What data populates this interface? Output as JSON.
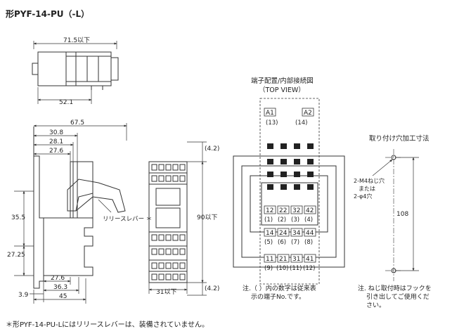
{
  "title": "形PYF-14-PU（-L）",
  "dims": {
    "top_width": "71.5以下",
    "top_bottom": "52.1",
    "side_total": "67.5",
    "d_30_8": "30.8",
    "d_28_1": "28.1",
    "d_27_6_top": "27.6",
    "d_35_5": "35.5",
    "d_27_25": "27.25",
    "d_27_6_bottom": "27.6",
    "d_36_3": "36.3",
    "d_3_9": "3.9",
    "d_45": "45",
    "front_top": "(4.2)",
    "front_height": "90以下",
    "front_bottom": "(4.2)",
    "front_width": "31以下",
    "mount_height": "108"
  },
  "labels": {
    "release_lever": "リリースレバー ＊",
    "terminal_title": "端子配置/内部接続図",
    "terminal_sub": "（TOP VIEW）",
    "mount_title": "取り付け穴加工寸法",
    "mount_hole_1": "2-M4ねじ穴",
    "mount_hole_2": "または",
    "mount_hole_3": "2-φ4穴",
    "note_left_1": "注.（  ）内の数字は従来表",
    "note_left_2": "示の端子No.です。",
    "note_right_1": "注. ねじ取付時はフックを",
    "note_right_2": "引き出してご使用くだ",
    "note_right_3": "さい。",
    "footnote": "＊形PYF-14-PU-Lにはリリースレバーは、装備されていません。"
  },
  "terminals": {
    "a1": "A1",
    "a1_old": "(13)",
    "a2": "A2",
    "a2_old": "(14)",
    "row1": [
      "12",
      "22",
      "32",
      "42"
    ],
    "row1_old": [
      "(1)",
      "(2)",
      "(3)",
      "(4)"
    ],
    "row2": [
      "14",
      "24",
      "34",
      "44"
    ],
    "row2_old": [
      "(5)",
      "(6)",
      "(7)",
      "(8)"
    ],
    "row3": [
      "11",
      "21",
      "31",
      "41"
    ],
    "row3_old": [
      "(9)",
      "(10)",
      "(11)",
      "(12)"
    ]
  }
}
